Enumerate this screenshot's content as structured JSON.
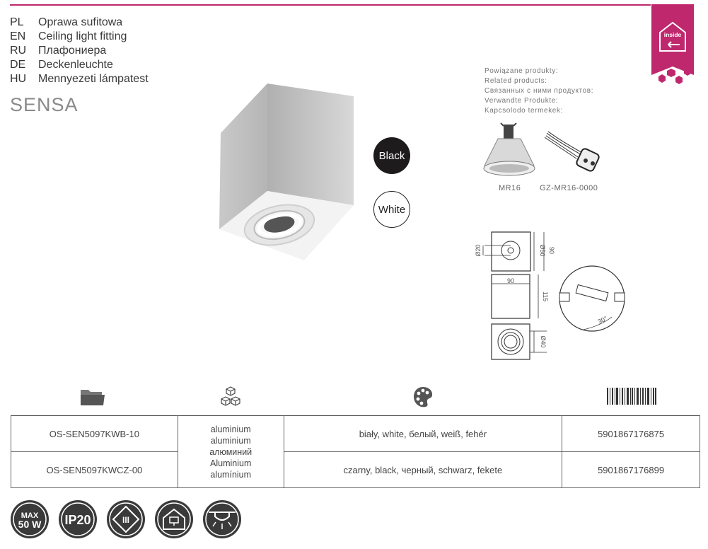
{
  "header": {
    "languages": [
      {
        "code": "PL",
        "text": "Oprawa sufitowa"
      },
      {
        "code": "EN",
        "text": "Ceiling light fitting"
      },
      {
        "code": "RU",
        "text": "Плафониера"
      },
      {
        "code": "DE",
        "text": "Deckenleuchte"
      },
      {
        "code": "HU",
        "text": "Mennyezeti lámpatest"
      }
    ],
    "product_name": "SENSA",
    "badge_label": "inside",
    "accent_color": "#c0286e"
  },
  "related": {
    "lines": [
      "Powiązane produkty:",
      "Related products:",
      "Связанных с ними продуктов:",
      "Verwandte Produkte:",
      "Kapcsolodo termekek:"
    ],
    "items": [
      {
        "label": "MR16"
      },
      {
        "label": "GZ-MR16-0000"
      }
    ]
  },
  "colors": {
    "black_label": "Black",
    "white_label": "White"
  },
  "dimensions": {
    "d20": "Ø20",
    "d50": "Ø50",
    "w90_side": "90",
    "w90_top": "90",
    "h115": "115",
    "d40": "Ø40",
    "angle": "30°"
  },
  "table": {
    "header_icons": [
      "folder-icon",
      "cubes-icon",
      "palette-icon",
      "barcode-icon"
    ],
    "rows": [
      {
        "code": "OS-SEN5097KWB-10",
        "color": "biały, white, белый, weiß, fehér",
        "ean": "5901867176875"
      },
      {
        "code": "OS-SEN5097KWCZ-00",
        "color": "czarny, black, черный, schwarz, fekete",
        "ean": "5901867176899"
      }
    ],
    "material": [
      "aluminium",
      "aluminium",
      "алюминий",
      "Aluminium",
      "alumínium"
    ]
  },
  "bottom_icons": {
    "max_label": "MAX",
    "watt_label": "50 W",
    "ip_label": "IP20",
    "class_label": "III"
  }
}
